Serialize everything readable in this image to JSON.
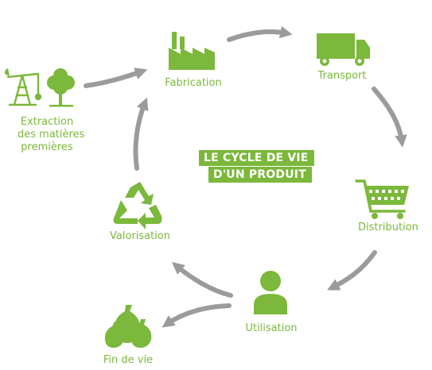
{
  "title": {
    "line1": "LE CYCLE DE VIE",
    "line2": "D'UN PRODUIT"
  },
  "stages": {
    "extraction": {
      "lines": [
        "Extraction",
        "des matières",
        "premières"
      ],
      "icon": "oil-pump-and-tree-icon"
    },
    "fabrication": {
      "label": "Fabrication",
      "icon": "factory-icon"
    },
    "transport": {
      "label": "Transport",
      "icon": "truck-icon"
    },
    "distribution": {
      "label": "Distribution",
      "icon": "shopping-cart-icon"
    },
    "utilisation": {
      "label": "Utilisation",
      "icon": "person-icon"
    },
    "valorisation": {
      "label": "Valorisation",
      "icon": "recycle-icon"
    },
    "fin_de_vie": {
      "label": "Fin de vie",
      "icon": "garbage-bags-icon"
    }
  },
  "colors": {
    "green": "#7bb83b",
    "arrow": "#9b9b9b",
    "title_bg": "#7bb83b",
    "title_text": "#ffffff"
  }
}
